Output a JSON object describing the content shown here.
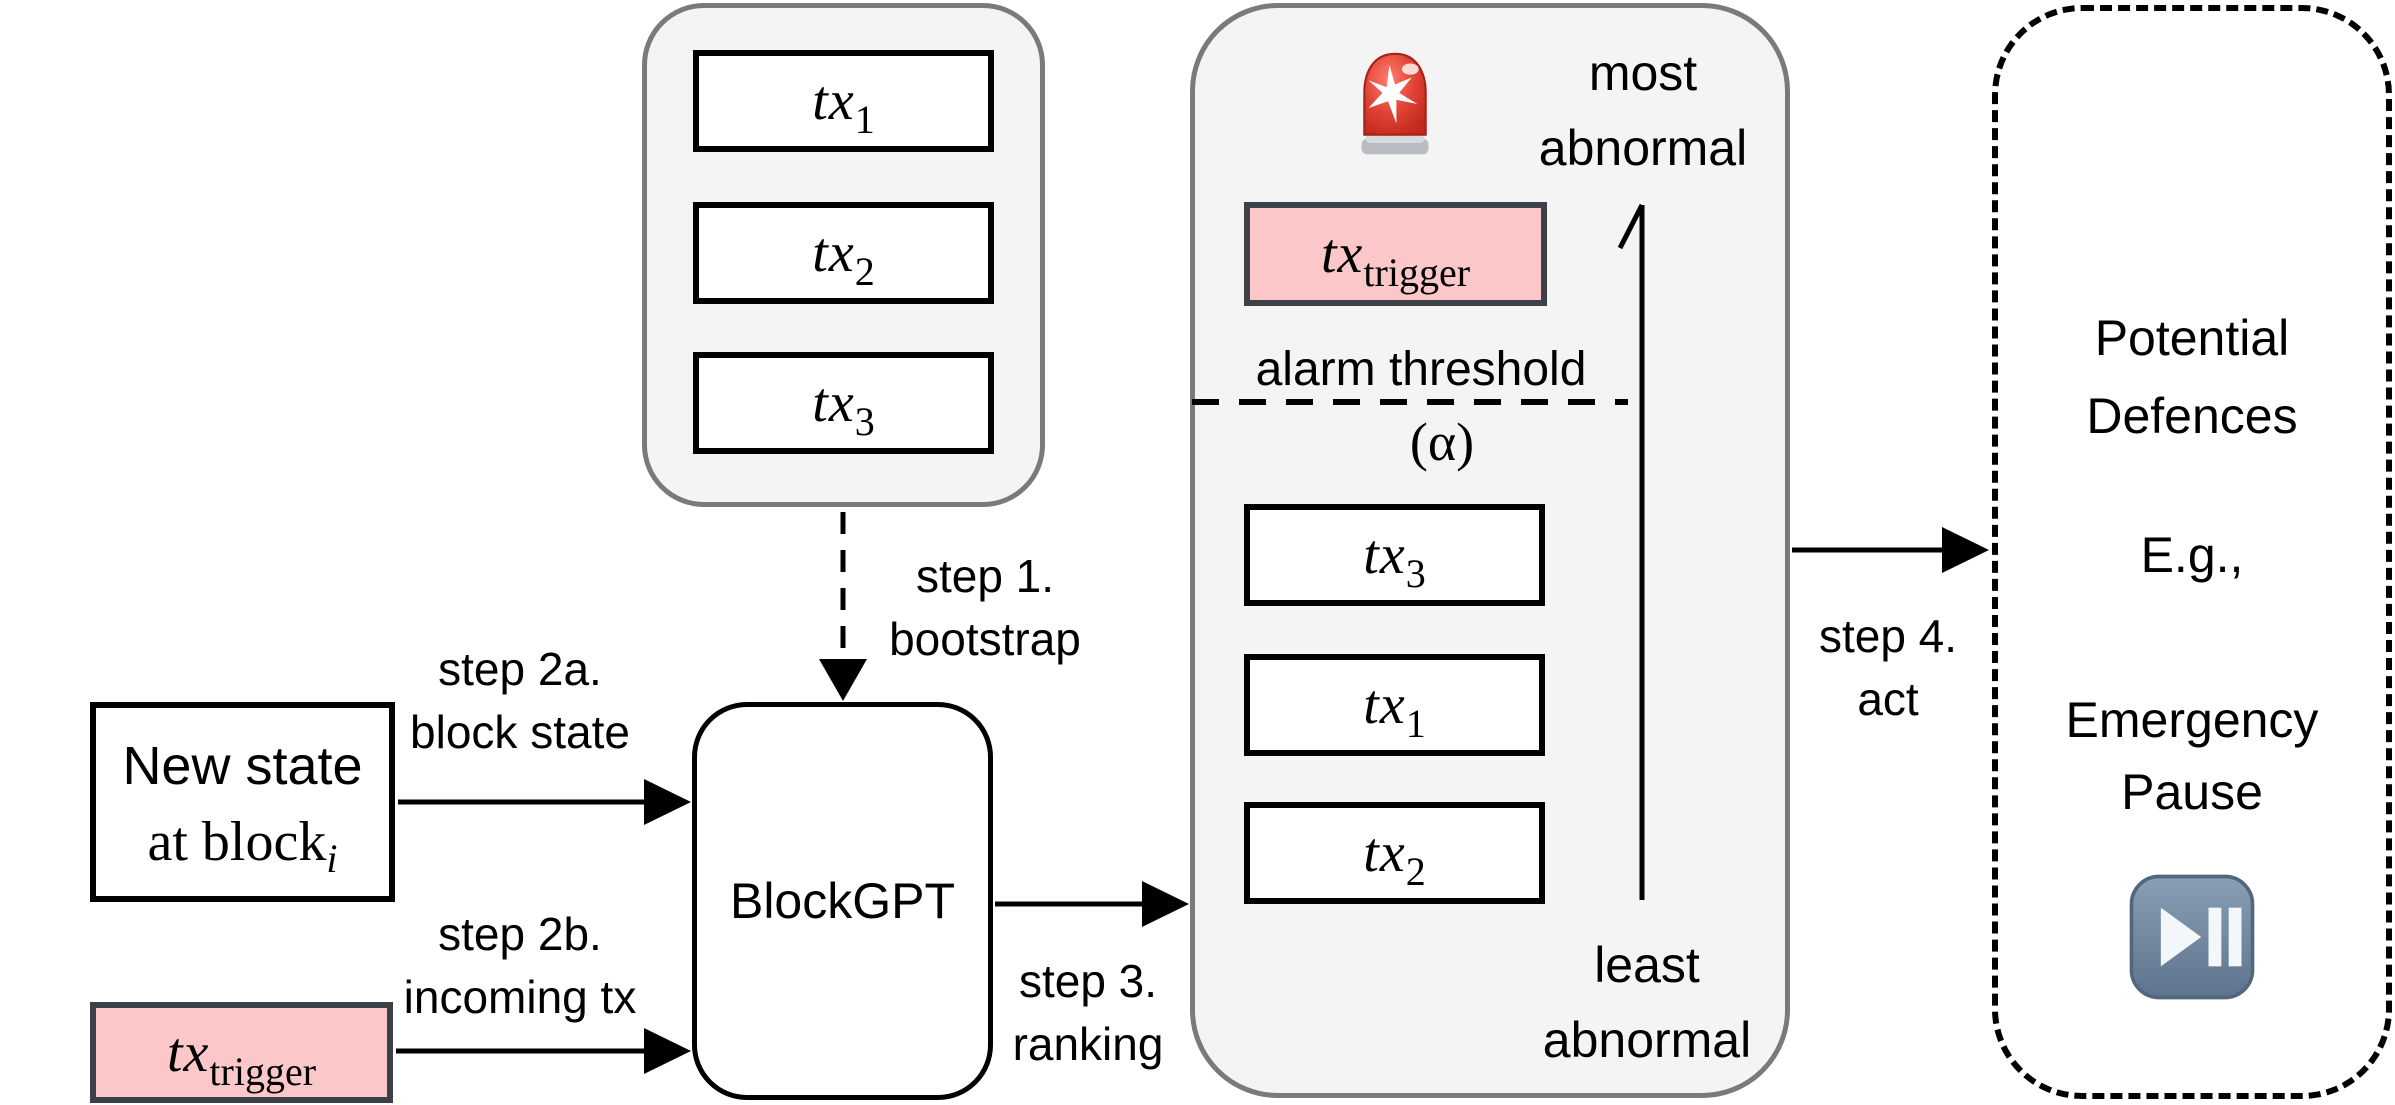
{
  "colors": {
    "pink_fill": "#FBC7C9",
    "pink_border": "#3C4148",
    "panel_fill": "#F4F4F4",
    "panel_border": "#7A7A7A",
    "line_black": "#000000",
    "siren_red": "#D93226",
    "playpause_blue": "#6F88A1"
  },
  "bootstrap_panel": {
    "txs": [
      {
        "base": "tx",
        "sub": "1"
      },
      {
        "base": "tx",
        "sub": "2"
      },
      {
        "base": "tx",
        "sub": "3"
      }
    ]
  },
  "labels": {
    "step1": {
      "line1": "step 1.",
      "line2": "bootstrap"
    },
    "step2a": {
      "line1": "step 2a.",
      "line2": "block state"
    },
    "step2b": {
      "line1": "step 2b.",
      "line2": "incoming tx"
    },
    "step3": {
      "line1": "step 3.",
      "line2": "ranking"
    },
    "step4": {
      "line1": "step 4.",
      "line2": "act"
    }
  },
  "new_state_box": {
    "line1": "New state",
    "line2_base": "at block",
    "line2_sub": "i"
  },
  "trigger_box": {
    "base": "tx",
    "sub": "trigger"
  },
  "blockgpt": {
    "label": "BlockGPT"
  },
  "ranking_panel": {
    "siren_icon": "police-light",
    "most_label_line1": "most",
    "most_label_line2": "abnormal",
    "trigger": {
      "base": "tx",
      "sub": "trigger"
    },
    "threshold_label": "alarm threshold",
    "alpha_label": "(α)",
    "ranked_txs": [
      {
        "base": "tx",
        "sub": "3"
      },
      {
        "base": "tx",
        "sub": "1"
      },
      {
        "base": "tx",
        "sub": "2"
      }
    ],
    "least_label_line1": "least",
    "least_label_line2": "abnormal"
  },
  "defences_panel": {
    "title_line1": "Potential",
    "title_line2": "Defences",
    "eg": "E.g.,",
    "action_line1": "Emergency",
    "action_line2": "Pause",
    "play_pause_icon": "play-pause"
  }
}
